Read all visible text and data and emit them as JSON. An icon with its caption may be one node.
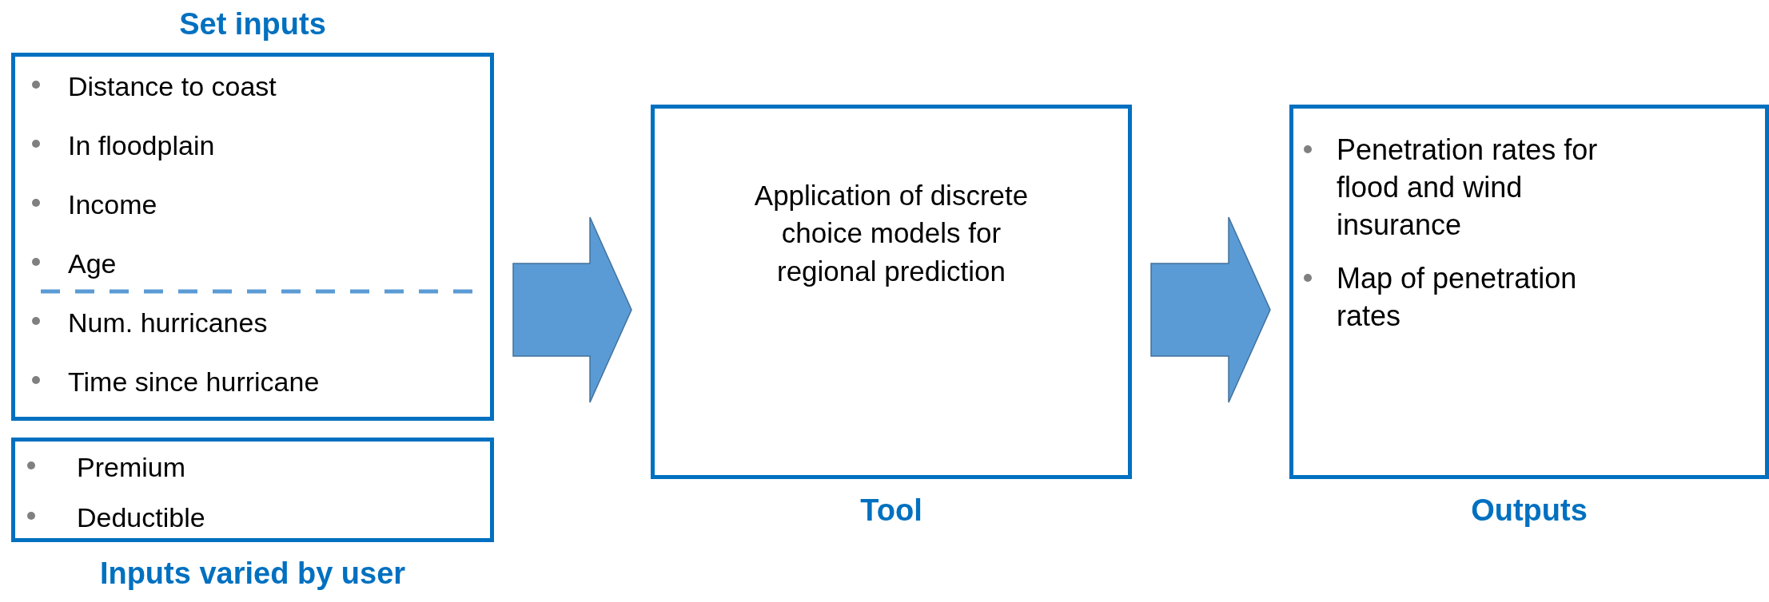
{
  "diagram": {
    "nodes": [
      {
        "text": [
          "Set inputs",
          "Distance to coast",
          "In floodplain",
          "Income",
          "Age",
          "Num. hurricanes",
          "Time since hurricane"
        ]
      },
      {
        "text": [
          "Premium",
          "Deductible",
          "Inputs varied by user"
        ]
      },
      {
        "text": [
          "Application of discrete choice models for regional prediction",
          "Tool"
        ]
      },
      {
        "text": [
          "Penetration rates for flood and wind insurance",
          "Map of penetration rates",
          "Outputs"
        ]
      }
    ],
    "edges": [
      {
        "from": 0,
        "to": 2,
        "arrow": "to"
      },
      {
        "from": 2,
        "to": 3,
        "arrow": "to"
      }
    ]
  }
}
